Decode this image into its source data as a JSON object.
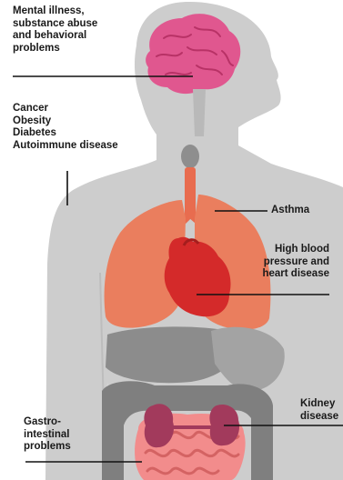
{
  "labels": {
    "mental": [
      "Mental illness,",
      "substance abuse",
      "and behavioral",
      "problems"
    ],
    "chronic": [
      "Cancer",
      "Obesity",
      "Diabetes",
      "Autoimmune disease"
    ],
    "asthma": [
      "Asthma"
    ],
    "heart": [
      "High blood",
      "pressure and",
      "heart disease"
    ],
    "kidney": [
      "Kidney",
      "disease"
    ],
    "gastro": [
      "Gastro-",
      "intestinal",
      "problems"
    ]
  },
  "colors": {
    "body": "#cdcdcd",
    "brain": "#e0578f",
    "lungs": "#ea7e5e",
    "heart": "#d42a2a",
    "trachea": "#e86c4f",
    "larynx": "#8e8e8e",
    "liver": "#8c8c8c",
    "stomach": "#a3a3a3",
    "colon": "#7f7f7f",
    "small_intestine": "#f28c8c",
    "kidneys": "#a23a5c",
    "leader": "#111111"
  },
  "icons": {
    "brain": "brain-icon",
    "lungs": "lungs-icon",
    "heart": "heart-icon",
    "kidneys": "kidneys-icon",
    "intestines": "intestines-icon"
  }
}
